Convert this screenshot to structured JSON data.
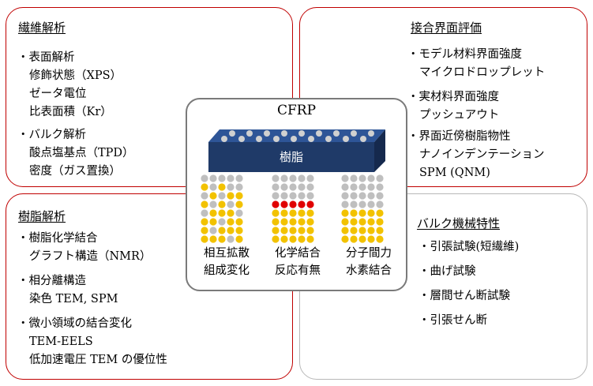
{
  "fiber_analysis": {
    "title": "繊維解析",
    "items": [
      {
        "bullet": "・表面解析",
        "subs": [
          "修飾状態（XPS）",
          "ゼータ電位",
          "比表面積（Kr）"
        ]
      },
      {
        "bullet": "・バルク解析",
        "subs": [
          "酸点塩基点（TPD）",
          "密度（ガス置換）"
        ]
      }
    ]
  },
  "interface_eval": {
    "title": "接合界面評価",
    "items": [
      {
        "bullet": "・モデル材料界面強度",
        "subs": [
          "マイクロドロップレット"
        ]
      },
      {
        "bullet": "・実材料界面強度",
        "subs": [
          "プッシュアウト"
        ]
      },
      {
        "bullet": "・界面近傍樹脂物性",
        "subs": [
          "ナノインデンテーション",
          "SPM (QNM)"
        ]
      }
    ]
  },
  "resin_analysis": {
    "title": "樹脂解析",
    "items": [
      {
        "bullet": "・樹脂化学結合",
        "subs": [
          "グラフト構造（NMR）"
        ]
      },
      {
        "bullet": "・相分離構造",
        "subs": [
          "染色 TEM, SPM"
        ]
      },
      {
        "bullet": "・微小領域の結合変化",
        "subs": [
          "TEM-EELS",
          "低加速電圧 TEM の優位性"
        ]
      }
    ]
  },
  "bulk_mech": {
    "title": "バルク機械特性",
    "items": [
      {
        "bullet": "・引張試験(短繊維)"
      },
      {
        "bullet": "・曲げ試験"
      },
      {
        "bullet": "・層間せん断試験"
      },
      {
        "bullet": "・引張せん断"
      }
    ]
  },
  "center": {
    "title": "CFRP",
    "resin_label": "樹脂",
    "mechanisms": [
      {
        "line1": "相互拡散",
        "line2": "組成変化"
      },
      {
        "line1": "化学結合",
        "line2": "反応有無"
      },
      {
        "line1": "分子間力",
        "line2": "水素結合"
      }
    ]
  },
  "colors": {
    "red_border": "#c00000",
    "gray_border": "#b8b8b8",
    "resin_block_front": "#1f3a68",
    "resin_block_top": "#2e5597",
    "fiber_dot": "#bfbfbf",
    "resin_dot": "#f2c200",
    "bond_dot": "#e00000"
  }
}
